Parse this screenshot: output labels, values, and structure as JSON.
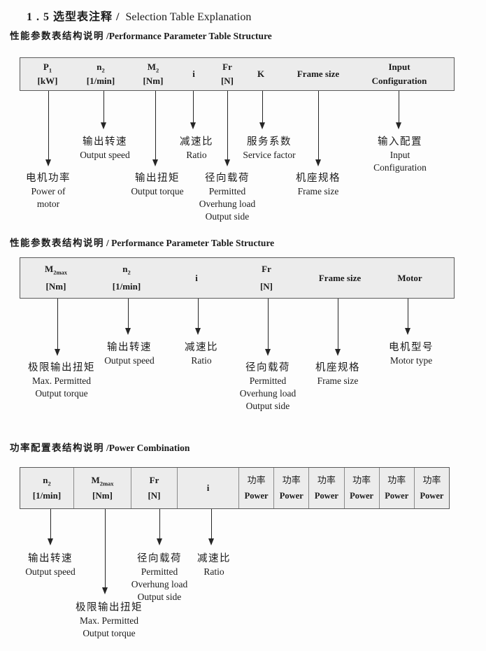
{
  "title": {
    "zh": "1 . 5 选型表注释 /",
    "en": "Selection Table Explanation"
  },
  "sections": [
    {
      "heading": {
        "zh": "性能参数表结构说明",
        "en": "/Performance Parameter Table Structure"
      },
      "table": {
        "cells": [
          {
            "l1": "P",
            "sub": "1",
            "l2": "[kW]"
          },
          {
            "l1": "n",
            "sub": "2",
            "l2": "[1/min]"
          },
          {
            "l1": "M",
            "sub": "2",
            "l2": "[Nm]"
          },
          {
            "l1": "i"
          },
          {
            "l1": "Fr",
            "l2": "[N]"
          },
          {
            "l1": "K"
          },
          {
            "l1": "Frame size"
          },
          {
            "l1": "Input",
            "l2": "Configuration"
          }
        ]
      },
      "annotations": [
        {
          "lines": [
            "电机功率",
            "Power of",
            "motor"
          ]
        },
        {
          "lines": [
            "输出转速",
            "Output speed"
          ]
        },
        {
          "lines": [
            "输出扭矩",
            "Output torque"
          ]
        },
        {
          "lines": [
            "减速比",
            "Ratio"
          ]
        },
        {
          "lines": [
            "径向载荷",
            "Permitted",
            "Overhung load",
            "Output side"
          ]
        },
        {
          "lines": [
            "服务系数",
            "Service factor"
          ]
        },
        {
          "lines": [
            "机座规格",
            "Frame size"
          ]
        },
        {
          "lines": [
            "输入配置",
            "Input",
            "Configuration"
          ]
        }
      ]
    },
    {
      "heading": {
        "zh": "性能参数表结构说明",
        "en": "/ Performance Parameter Table Structure"
      },
      "table": {
        "cells": [
          {
            "l1": "M",
            "sub": "2max",
            "l2": "[Nm]"
          },
          {
            "l1": "n",
            "sub": "2",
            "l2": "[1/min]"
          },
          {
            "l1": "i"
          },
          {
            "l1": "Fr",
            "l2": "[N]"
          },
          {
            "l1": "Frame size"
          },
          {
            "l1": "Motor"
          }
        ]
      },
      "annotations": [
        {
          "lines": [
            "极限输出扭矩",
            "Max. Permitted",
            "Output  torque"
          ]
        },
        {
          "lines": [
            "输出转速",
            "Output speed"
          ]
        },
        {
          "lines": [
            "减速比",
            "Ratio"
          ]
        },
        {
          "lines": [
            "径向载荷",
            "Permitted",
            "Overhung load",
            "Output side"
          ]
        },
        {
          "lines": [
            "机座规格",
            "Frame size"
          ]
        },
        {
          "lines": [
            "电机型号",
            "Motor type"
          ]
        }
      ]
    },
    {
      "heading": {
        "zh": "功率配置表结构说明",
        "en": "/Power Combination"
      },
      "table": {
        "cells": [
          {
            "l1": "n",
            "sub": "2",
            "l2": "[1/min]"
          },
          {
            "l1": "M",
            "sub": "2max",
            "l2": "[Nm]"
          },
          {
            "l1": "Fr",
            "l2": "[N]"
          },
          {
            "l1": "i"
          },
          {
            "l1": "功率",
            "l2": "Power"
          },
          {
            "l1": "功率",
            "l2": "Power"
          },
          {
            "l1": "功率",
            "l2": "Power"
          },
          {
            "l1": "功率",
            "l2": "Power"
          },
          {
            "l1": "功率",
            "l2": "Power"
          },
          {
            "l1": "功率",
            "l2": "Power"
          }
        ]
      },
      "annotations": [
        {
          "lines": [
            "输出转速",
            "Output speed"
          ]
        },
        {
          "lines": [
            "极限输出扭矩",
            "Max. Permitted",
            "Output  torque"
          ]
        },
        {
          "lines": [
            "径向载荷",
            "Permitted",
            "Overhung load",
            "Output side"
          ]
        },
        {
          "lines": [
            "减速比",
            "Ratio"
          ]
        }
      ]
    }
  ]
}
